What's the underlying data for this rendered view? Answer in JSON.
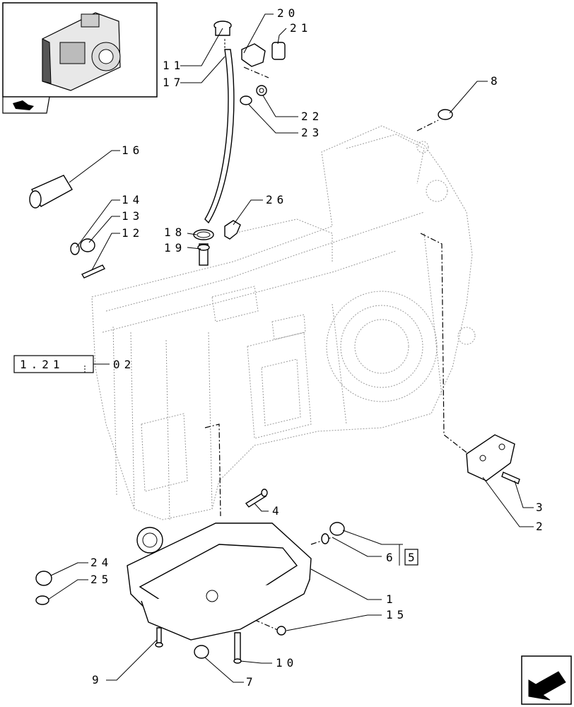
{
  "labels": {
    "l11": "11",
    "l17": "17",
    "l20": "20",
    "l21": "21",
    "l22": "22",
    "l23": "23",
    "l8": "8",
    "l16": "16",
    "l14": "14",
    "l13": "13",
    "l12": "12",
    "l26": "26",
    "l18": "18",
    "l19": "19",
    "l4": "4",
    "l3": "3",
    "l2": "2",
    "l6": "6",
    "l5": "5",
    "l1": "1",
    "l24": "24",
    "l25": "25",
    "l15": "15",
    "l9": "9",
    "l10": "10",
    "l7": "7"
  },
  "ref_box": {
    "left": "1.21",
    "right": "02"
  }
}
